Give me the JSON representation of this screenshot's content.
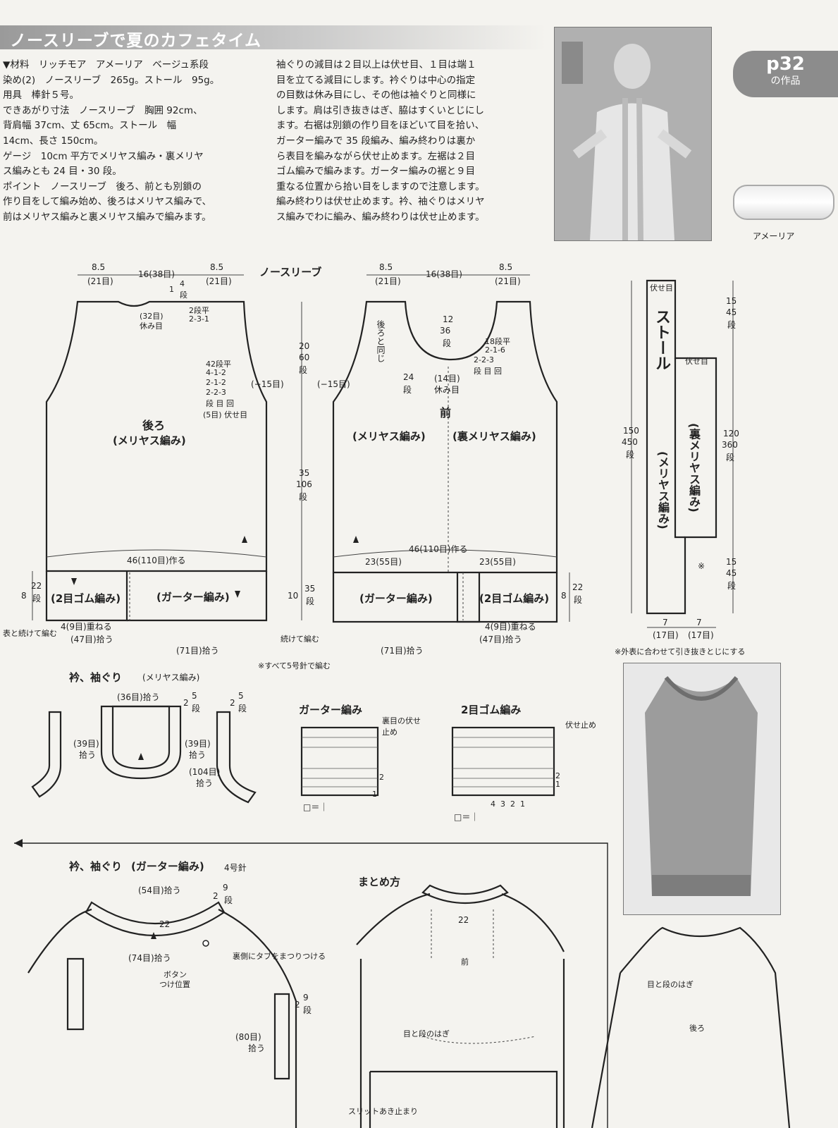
{
  "header": {
    "title": "ノースリーブで夏のカフェタイム",
    "page_label": "p32",
    "page_sub": "の作品"
  },
  "materials": {
    "lines": [
      "▼材料　リッチモア　アメーリア　ベージュ系段",
      "染め(2)　ノースリーブ　265g。ストール　95g。",
      "用具　棒針５号。",
      "できあがり寸法　ノースリーブ　胸囲 92cm、",
      "背肩幅 37cm、丈 65cm。ストール　幅",
      "14cm、長さ 150cm。",
      "ゲージ　10cm 平方でメリヤス編み・裏メリヤ",
      "ス編みとも 24 目・30 段。",
      "ポイント　ノースリーブ　後ろ、前とも別鎖の",
      "作り目をして編み始め、後ろはメリヤス編みで、",
      "前はメリヤス編みと裏メリヤス編みで編みます。"
    ]
  },
  "instructions": {
    "lines": [
      "袖ぐりの減目は２目以上は伏せ目、１目は端１",
      "目を立てる減目にします。衿ぐりは中心の指定",
      "の目数は休み目にし、その他は袖ぐりと同様に",
      "します。肩は引き抜きはぎ、脇はすくいとじにし",
      "ます。右裾は別鎖の作り目をほどいて目を拾い、",
      "ガーター編みで 35 段編み、編み終わりは裏か",
      "ら表目を編みながら伏せ止めます。左裾は２目",
      "ゴム編みで編みます。ガーター編みの裾と９目",
      "重なる位置から拾い目をしますので注意します。",
      "編み終わりは伏せ止めます。衿、袖ぐりはメリヤ",
      "ス編みでわに編み、編み終わりは伏せ止めます。"
    ]
  },
  "yarn_label": "アメーリア",
  "diagram_top": {
    "title": "ノースリーブ",
    "back_dims": [
      "8.5",
      "(21目)",
      "16(38目)",
      "8.5",
      "(21目)"
    ],
    "back_notes": [
      "4",
      "段",
      "1",
      "(32目)",
      "休み目",
      "2段平",
      "2-3-1",
      "42段平",
      "4-1-2",
      "2-1-2",
      "2-2-3",
      "段 目 回",
      "(5目) 伏せ目",
      "(−15目)"
    ],
    "back_label": "後ろ",
    "back_sub": "(メリヤス編み)",
    "back_cast": "46(110目)作る",
    "back_rib": "(2目ゴム編み)",
    "back_garter": "(ガーター編み)",
    "back_bottom": [
      "4(9目)重ねる",
      "(47目)拾う",
      "(71目)拾う",
      "表と続けて編む"
    ],
    "mid_dims": [
      "20",
      "60",
      "段",
      "35",
      "106",
      "段",
      "10",
      "35",
      "段",
      "8",
      "22",
      "段",
      "続けて編む"
    ],
    "front_dims": [
      "8.5",
      "(21目)",
      "16(38目)",
      "8.5",
      "(21目)"
    ],
    "front_notes": [
      "後ろと同じ",
      "12",
      "36",
      "段",
      "18段平",
      "2-1-6",
      "2-2-3",
      "段 目 回",
      "24",
      "段",
      "(14目)",
      "休み目",
      "(−15目)"
    ],
    "front_label": "前",
    "front_sub_left": "(メリヤス編み)",
    "front_sub_right": "(裏メリヤス編み)",
    "front_cast": "46(110目)作る",
    "front_halves": [
      "23(55目)",
      "23(55目)"
    ],
    "front_garter": "(ガーター編み)",
    "front_rib": "(2目ゴム編み)",
    "front_bottom": [
      "4(9目)重ねる",
      "(47目)拾う",
      "(71目)拾う",
      "8",
      "22",
      "段"
    ],
    "all_needle": "※すべて5号針で編む"
  },
  "stole": {
    "top_label": "伏せ目",
    "title": "ストール",
    "mid_label": "伏せ目",
    "pattern_right": "(裏メリヤス編み)",
    "pattern_left": "(メリヤス編み)",
    "dims": [
      "15",
      "45",
      "段",
      "150",
      "450",
      "段",
      "120",
      "360",
      "段",
      "15",
      "45",
      "段",
      "7",
      "(17目)",
      "7",
      "(17目)",
      "※"
    ],
    "note": "※外表に合わせて引き抜きとじにする"
  },
  "collar1": {
    "title": "衿、袖ぐり",
    "sub": "(メリヤス編み)",
    "labels": [
      "(36目)拾う",
      "2",
      "5",
      "段",
      "(39目)",
      "拾う",
      "(39目)",
      "拾う",
      "2",
      "5",
      "段",
      "(104目)",
      "拾う"
    ]
  },
  "garter_chart": {
    "title": "ガーター編み",
    "note": "裏目の伏せ止め",
    "rows": [
      "2",
      "1"
    ],
    "legend": "□＝｜"
  },
  "rib_chart": {
    "title": "2目ゴム編み",
    "note": "伏せ止め",
    "rows": [
      "2",
      "1"
    ],
    "cols": [
      "4",
      "3",
      "2",
      "1"
    ],
    "legend": "□＝｜"
  },
  "collar2": {
    "title": "衿、袖ぐり",
    "sub": "(ガーター編み)",
    "needle": "4号針",
    "labels": [
      "(54目)拾う",
      "2",
      "9",
      "段",
      "22",
      "(74目)拾う",
      "裏側にタブをまつりつける",
      "ボタン",
      "つけ位置",
      "2",
      "9",
      "段",
      "(80目)",
      "拾う"
    ]
  },
  "assembly": {
    "title": "まとめ方",
    "labels": [
      "22",
      "前",
      "目と段のはぎ",
      "スリットあき止まり",
      "目と段のはぎ",
      "後ろ"
    ]
  }
}
